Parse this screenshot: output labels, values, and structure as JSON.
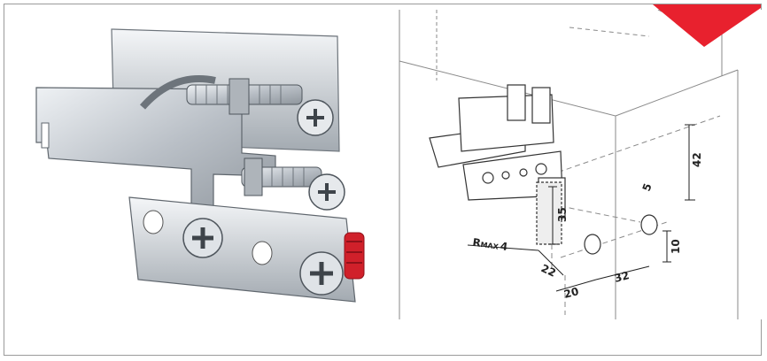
{
  "colors": {
    "accent": "#e8212e",
    "metal": "#c7ccd1",
    "plastic": "#d0202a"
  },
  "drawing": {
    "dims": {
      "d42": "42",
      "d35": "35",
      "d10": "10",
      "d22": "22",
      "d20": "20",
      "d32": "32",
      "d5": "5"
    },
    "rmax": "R",
    "rmax_sub": "MAX",
    "rmax_val": "4"
  }
}
